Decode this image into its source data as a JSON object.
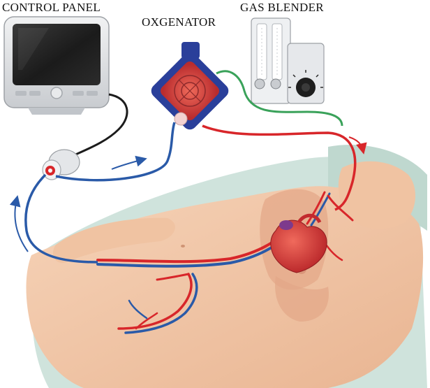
{
  "labels": {
    "control_panel": "CONTROL PANEL",
    "oxygenator": "OXGENATOR",
    "gas_blender": "GAS BLENDER"
  },
  "colors": {
    "arterial": "#d8262a",
    "venous": "#2a5aa8",
    "gas_line": "#3aa25a",
    "skin": "#f2c7a8",
    "sheet": "#cfe3dc",
    "oxygenator_body": "#2a3f9a",
    "oxygenator_core": "#d9483c"
  }
}
